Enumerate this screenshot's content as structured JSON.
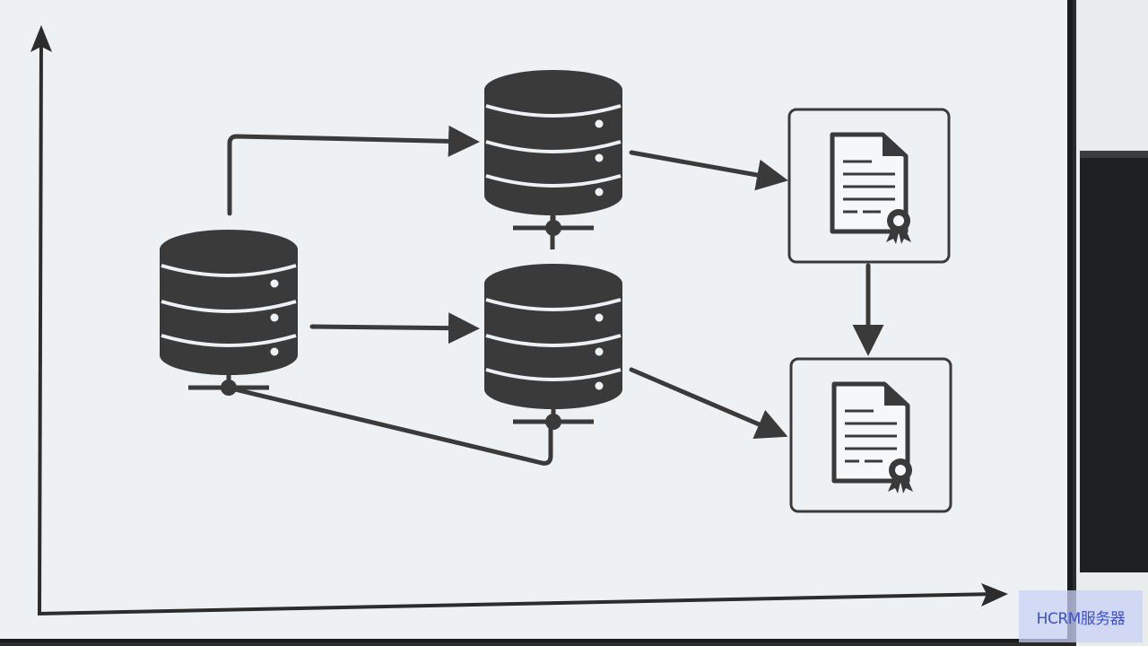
{
  "diagram": {
    "nodes": [
      {
        "id": "server-source",
        "type": "database-server"
      },
      {
        "id": "server-replica-top",
        "type": "database-server"
      },
      {
        "id": "server-replica-bottom",
        "type": "database-server"
      },
      {
        "id": "certificate-top",
        "type": "certificate-document"
      },
      {
        "id": "certificate-bottom",
        "type": "certificate-document"
      }
    ],
    "edges": [
      {
        "from": "server-source",
        "to": "server-replica-top"
      },
      {
        "from": "server-source",
        "to": "server-replica-bottom"
      },
      {
        "from": "server-replica-bottom",
        "to": "server-source"
      },
      {
        "from": "server-replica-top",
        "to": "certificate-top"
      },
      {
        "from": "server-replica-bottom",
        "to": "certificate-bottom"
      },
      {
        "from": "certificate-top",
        "to": "certificate-bottom"
      }
    ],
    "icons": [
      "database-icon",
      "certificate-icon",
      "arrow-icon"
    ]
  },
  "watermark": {
    "text": "HCRM服务器"
  },
  "colors": {
    "screen_background": "#eef1f3",
    "ink": "#3a3a3a",
    "watermark_text": "#3b4fd8"
  }
}
